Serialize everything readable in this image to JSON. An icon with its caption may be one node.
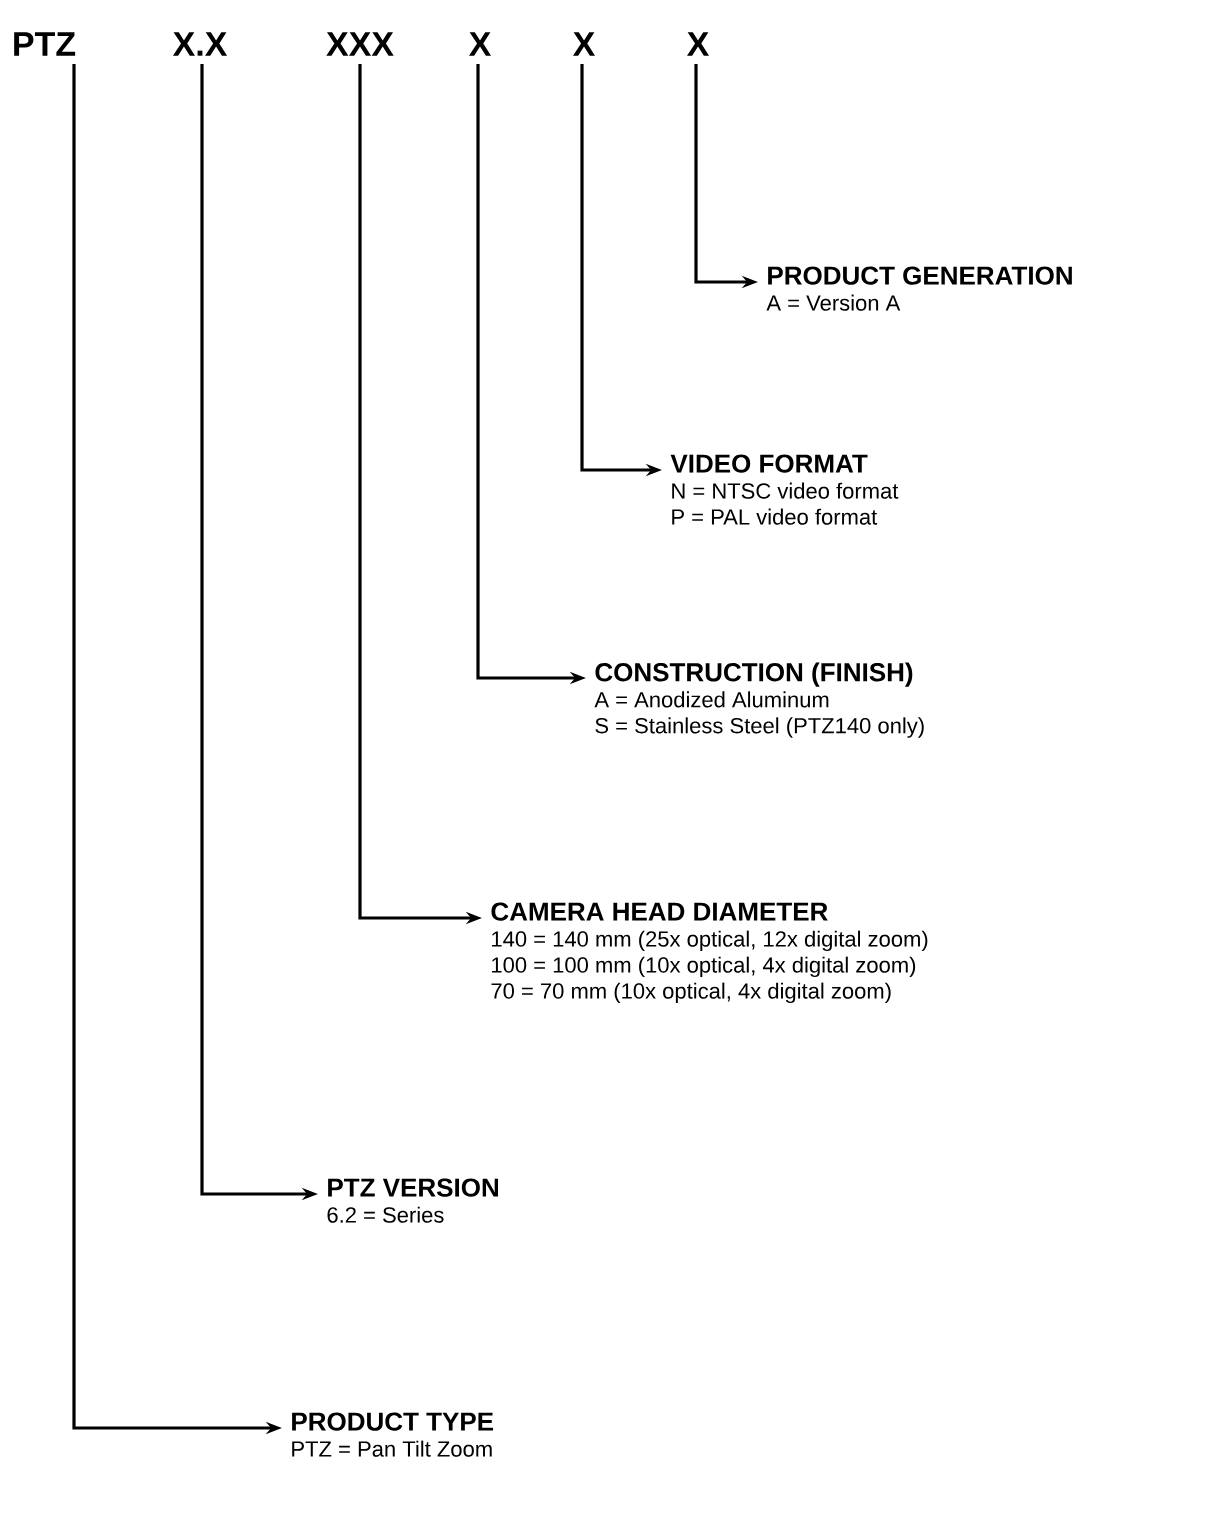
{
  "diagram": {
    "nodes": [
      {
        "text": [
          "PTZ"
        ]
      },
      {
        "text": [
          "X.X"
        ]
      },
      {
        "text": [
          "XXX"
        ]
      },
      {
        "text": [
          "X"
        ]
      },
      {
        "text": [
          "X"
        ]
      },
      {
        "text": [
          "X"
        ]
      },
      {
        "text": [
          "PRODUCT GENERATION",
          "A = Version A"
        ]
      },
      {
        "text": [
          "VIDEO FORMAT",
          "N = NTSC video format",
          "P = PAL video format"
        ]
      },
      {
        "text": [
          "CONSTRUCTION (FINISH)",
          "A = Anodized Aluminum",
          "S = Stainless Steel (PTZ140 only)"
        ]
      },
      {
        "text": [
          "CAMERA HEAD DIAMETER",
          "140 = 140 mm (25x optical, 12x digital zoom)",
          "100 = 100 mm (10x optical, 4x digital zoom)",
          "70 = 70 mm (10x optical, 4x digital zoom)"
        ]
      },
      {
        "text": [
          "PTZ VERSION",
          "6.2 = Series"
        ]
      },
      {
        "text": [
          "PRODUCT TYPE",
          "PTZ = Pan Tilt Zoom"
        ]
      }
    ],
    "edges": [
      {
        "from": 5,
        "to": 6,
        "arrow": "to"
      },
      {
        "from": 4,
        "to": 7,
        "arrow": "to"
      },
      {
        "from": 3,
        "to": 8,
        "arrow": "to"
      },
      {
        "from": 2,
        "to": 9,
        "arrow": "to"
      },
      {
        "from": 1,
        "to": 10,
        "arrow": "to"
      },
      {
        "from": 0,
        "to": 11,
        "arrow": "to"
      }
    ]
  }
}
